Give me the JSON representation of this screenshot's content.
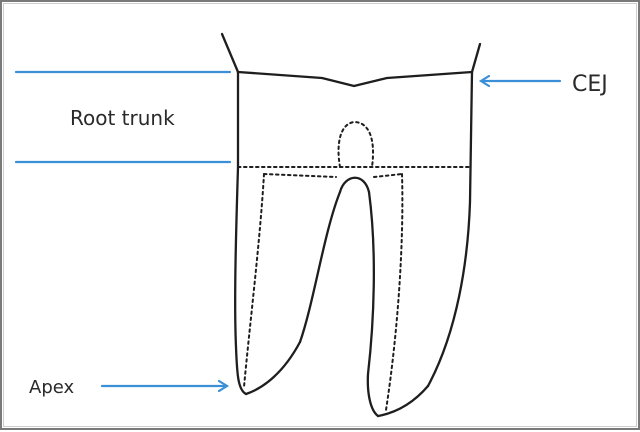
{
  "labels": {
    "cej": "CEJ",
    "root_trunk": "Root trunk",
    "apex": "Apex"
  },
  "colors": {
    "pointer": "#3b8fd6",
    "outline": "#1e1e1e",
    "text": "#2a2a2a",
    "border": "#7a7a7a"
  }
}
